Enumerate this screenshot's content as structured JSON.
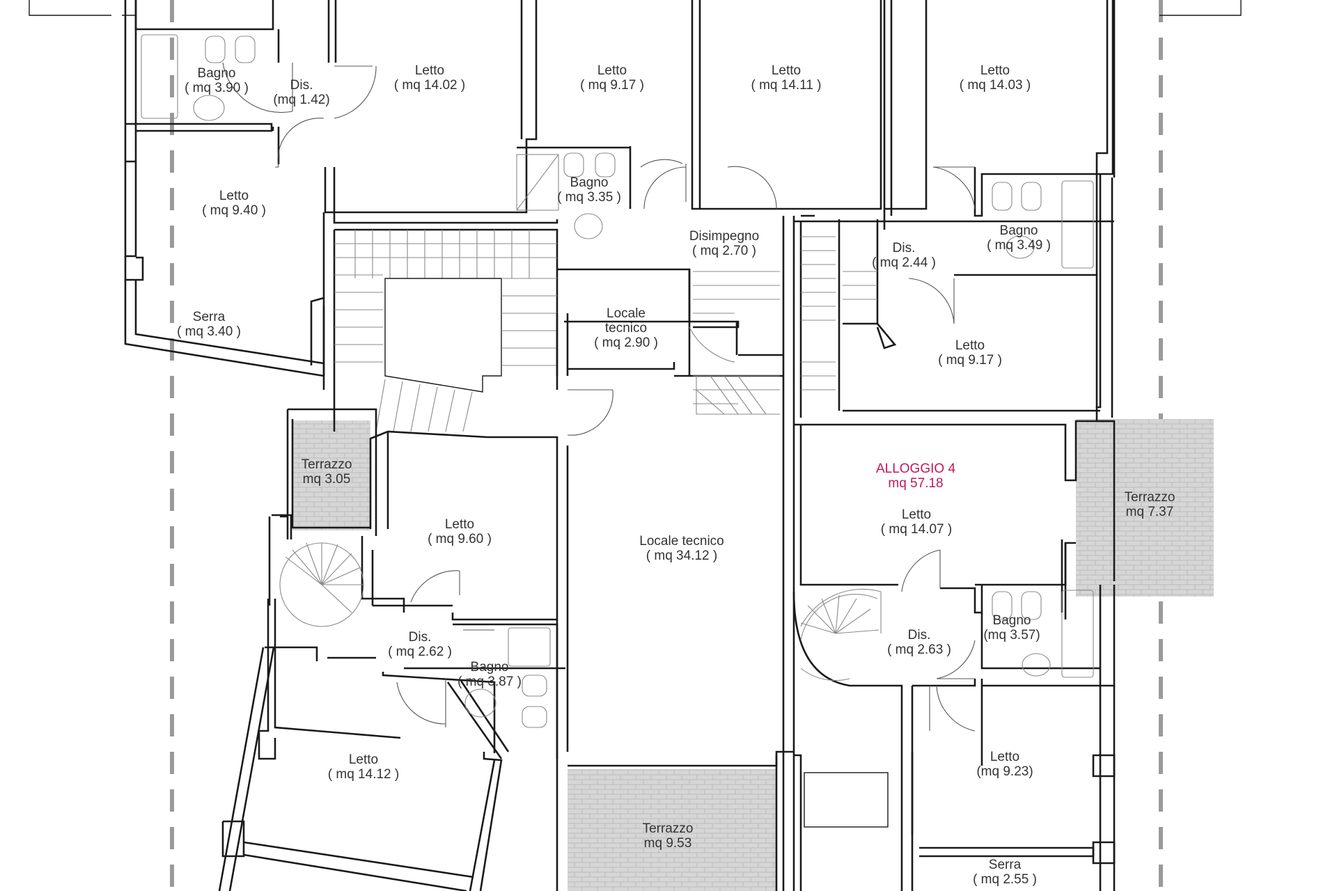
{
  "plan": {
    "rooms": [
      {
        "id": "bagno-1",
        "name": "Bagno",
        "area": "( mq 3.90 )"
      },
      {
        "id": "dis-1",
        "name": "Dis.",
        "area": "(mq 1.42)"
      },
      {
        "id": "letto-1",
        "name": "Letto",
        "area": "( mq 14.02 )"
      },
      {
        "id": "letto-2",
        "name": "Letto",
        "area": "( mq 9.17 )"
      },
      {
        "id": "letto-3",
        "name": "Letto",
        "area": "( mq 14.11 )"
      },
      {
        "id": "letto-4",
        "name": "Letto",
        "area": "( mq 14.03 )"
      },
      {
        "id": "letto-5",
        "name": "Letto",
        "area": "( mq 9.40 )"
      },
      {
        "id": "bagno-2",
        "name": "Bagno",
        "area": "( mq 3.35 )"
      },
      {
        "id": "disimpegno",
        "name": "Disimpegno",
        "area": "( mq 2.70 )"
      },
      {
        "id": "dis-2",
        "name": "Dis.",
        "area": "( mq 2.44 )"
      },
      {
        "id": "bagno-3",
        "name": "Bagno",
        "area": "( mq 3.49 )"
      },
      {
        "id": "serra-1",
        "name": "Serra",
        "area": "( mq 3.40 )"
      },
      {
        "id": "locale-tecnico-1",
        "name": "Locale tecnico",
        "area": "( mq 2.90 )"
      },
      {
        "id": "letto-6",
        "name": "Letto",
        "area": "( mq 9.17 )"
      },
      {
        "id": "terrazzo-1",
        "name": "Terrazzo",
        "area": "mq 3.05"
      },
      {
        "id": "letto-7",
        "name": "Letto",
        "area": "( mq 9.60 )"
      },
      {
        "id": "locale-tecnico-2",
        "name": "Locale tecnico",
        "area": "( mq 34.12 )"
      },
      {
        "id": "letto-8",
        "name": "Letto",
        "area": "( mq 14.07 )"
      },
      {
        "id": "terrazzo-2",
        "name": "Terrazzo",
        "area": "mq 7.37"
      },
      {
        "id": "dis-3",
        "name": "Dis.",
        "area": "( mq 2.62 )"
      },
      {
        "id": "bagno-4",
        "name": "Bagno",
        "area": "( mq 3.87 )"
      },
      {
        "id": "dis-4",
        "name": "Dis.",
        "area": "( mq 2.63 )"
      },
      {
        "id": "bagno-5",
        "name": "Bagno",
        "area": "(mq 3.57)"
      },
      {
        "id": "letto-9",
        "name": "Letto",
        "area": "( mq 14.12 )"
      },
      {
        "id": "letto-10",
        "name": "Letto",
        "area": "(mq 9.23)"
      },
      {
        "id": "terrazzo-3",
        "name": "Terrazzo",
        "area": "mq 9.53"
      },
      {
        "id": "serra-2",
        "name": "Serra",
        "area": "( mq 2.55 )"
      }
    ],
    "unit": {
      "name": "ALLOGGIO 4",
      "area": "mq 57.18",
      "color": "#c2185b"
    }
  },
  "colors": {
    "wall": "#1a1a1a",
    "text": "#333333",
    "axis": "#9a9a9a",
    "paving": "#d6d6d6"
  }
}
